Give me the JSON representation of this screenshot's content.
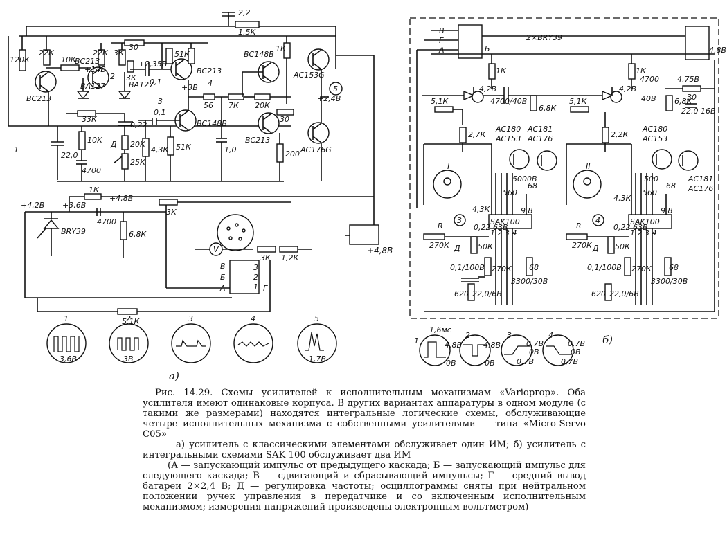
{
  "figure": {
    "panel_a_label": "а)",
    "panel_b_label": "б)",
    "panel_b_header": "2×BRY39",
    "panel_b_batt_voltage": "4,8В"
  },
  "panel_a": {
    "transistors": [
      "BC213",
      "BC213",
      "BC213",
      "BC148B",
      "BC148B",
      "BC213",
      "AC153G",
      "AC176G"
    ],
    "diodes": [
      "BA127",
      "BA127"
    ],
    "thyristor": "BRY39",
    "resistors": [
      "120К",
      "22К",
      "10К",
      "22К",
      "3К",
      "30",
      "3К",
      "51К",
      "1К",
      "33К",
      "10К",
      "20К",
      "25К",
      "4,3К",
      "51К",
      "56",
      "7К",
      "20К",
      "30",
      "200",
      "1К",
      "3К",
      "6,8К",
      "3К",
      "1,2К",
      "5,1К",
      "1,5К"
    ],
    "capacitors": [
      "2,2",
      "0,1",
      "0,22",
      "0,1",
      "22,0",
      "4700",
      "1,0",
      "4700"
    ],
    "voltages": [
      "+14В",
      "+2,35В",
      "+3В",
      "+2,4В",
      "+4,2В",
      "+3,6В",
      "+4,8В",
      "+4,8В"
    ],
    "test_points": [
      "1",
      "2",
      "3",
      "4",
      "5"
    ],
    "node_d": "Д",
    "meter": "V",
    "connector_pins": [
      "В",
      "Б",
      "А",
      "Г",
      "3",
      "2",
      "1"
    ]
  },
  "panel_b": {
    "stage1": {
      "roman": "I",
      "chip": "SAK100",
      "chip_pins_left": "1 2 3 4",
      "chip_pins_right": "9 8",
      "test_point": "3",
      "transistors": [
        "AC180",
        "AC153",
        "AC181",
        "AC176"
      ],
      "resistors": [
        "5,1К",
        "1К",
        "2,7К",
        "4,3К",
        "270К",
        "50К",
        "620",
        "270К",
        "68",
        "68",
        "6,8К"
      ],
      "capacitors": [
        "4700/40В",
        "0,22 63В",
        "0,1/100В",
        "22,0/6В",
        "3300/30В",
        "560",
        "5000В"
      ],
      "voltage": "4,2В",
      "node_r": "R",
      "node_d": "Д"
    },
    "stage2": {
      "roman": "II",
      "chip": "SAK100",
      "chip_pins_left": "1 2 3 4",
      "chip_pins_right": "9 8",
      "test_point": "4",
      "transistors": [
        "AC180",
        "AC153",
        "AC181",
        "AC176"
      ],
      "resistors": [
        "5,1К",
        "1К",
        "2,2К",
        "4,3К",
        "270К",
        "50К",
        "620",
        "270К",
        "68",
        "68",
        "6,8К",
        "30",
        "4700"
      ],
      "capacitors": [
        "0,22 63В",
        "0,1/100В",
        "22,0/6В",
        "3300/30В",
        "560",
        "500",
        "40В",
        "22,0 16В"
      ],
      "voltages": [
        "4,2В",
        "4,75В"
      ],
      "node_r": "R",
      "node_d": "Д"
    },
    "connector_pins": [
      "В",
      "Г",
      "А",
      "Б"
    ]
  },
  "oscillograms_a": [
    {
      "n": "1",
      "label": "3,6В"
    },
    {
      "n": "2",
      "label": "3В"
    },
    {
      "n": "3",
      "label": ""
    },
    {
      "n": "4",
      "label": ""
    },
    {
      "n": "5",
      "label": "1,7В"
    }
  ],
  "oscillograms_b": [
    {
      "n": "1",
      "labels": [
        "1,6мс",
        "4,8В",
        "0В"
      ]
    },
    {
      "n": "2",
      "labels": [
        "4,8В",
        "0В"
      ]
    },
    {
      "n": "3",
      "labels": [
        "0,7В",
        "0В",
        "0,7В"
      ]
    },
    {
      "n": "4",
      "labels": [
        "0,7В",
        "0В",
        "0,7В"
      ]
    }
  ],
  "caption": {
    "main": "Рис. 14.29. Схемы усилителей к исполнительным механизмам «Varioprop». Оба усилителя имеют одинаковые корпуса. В других вариантах аппаратуры в одном модуле (с такими же размерами) находятся интегральные логические схемы, обслуживающие четыре исполнительных механизма с собственными усилителями — типа «Micro-Servo C05»",
    "a": "а) усилитель с классическими элементами обслуживает один ИМ; б) усилитель с интегральными схемами SAK 100 обслуживает два ИМ",
    "legend": "(А — запускающий импульс от предыдущего каскада; Б — запускающий импульс для следующего каскада; В — сдвигающий и сбрасывающий импульсы; Г — средний вывод батареи 2×2,4 В; Д — регулировка частоты; осциллограммы сняты при нейтральном положении ручек управления в передатчике и со включенным исполнительным механизмом; измерения напряжений произведены электронным вольтметром)"
  }
}
